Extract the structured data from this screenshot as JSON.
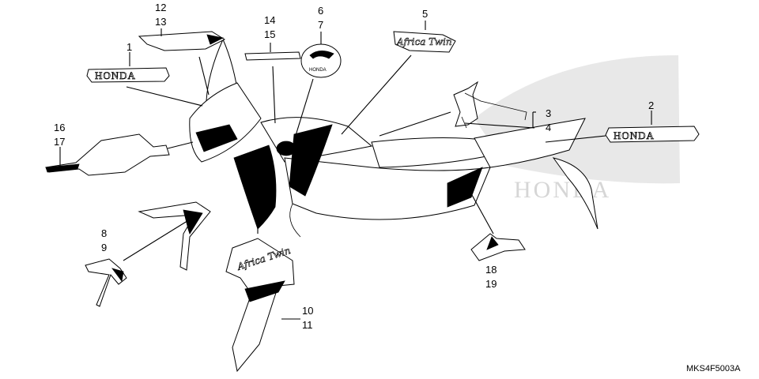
{
  "callouts": {
    "c1": "1",
    "c2": "2",
    "c3": "3",
    "c4": "4",
    "c5": "5",
    "c6": "6",
    "c7": "7",
    "c8": "8",
    "c9": "9",
    "c10": "10",
    "c11": "11",
    "c12": "12",
    "c13": "13",
    "c14": "14",
    "c15": "15",
    "c16": "16",
    "c17": "17",
    "c18": "18",
    "c19": "19"
  },
  "emblem_labels": {
    "honda_stripe_1": "HONDA",
    "honda_stripe_2": "HONDA",
    "wing_badge": "HONDA",
    "background_watermark": "HONDA",
    "africa_twin_small": "Africa Twin",
    "africa_twin_panel": "Africa Twin"
  },
  "diagram_code": "MKS4F5003A"
}
